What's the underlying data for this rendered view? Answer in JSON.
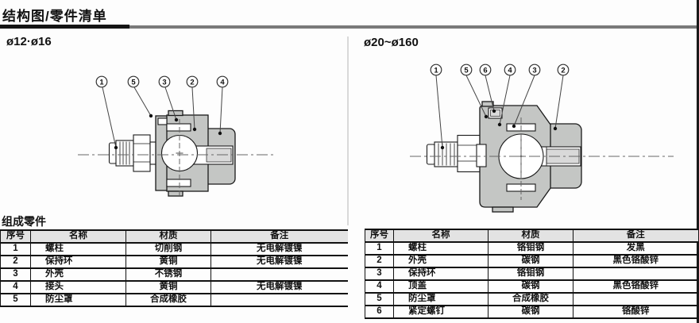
{
  "page": {
    "title": "结构图/零件清单",
    "parts_heading": "组成零件"
  },
  "sections": {
    "left": {
      "label": "ø12·ø16"
    },
    "right": {
      "label": "ø20~ø160"
    }
  },
  "diagram_left": {
    "callouts": [
      "1",
      "5",
      "3",
      "2",
      "4"
    ]
  },
  "diagram_right": {
    "callouts": [
      "1",
      "5",
      "6",
      "4",
      "3",
      "2"
    ]
  },
  "table_left": {
    "headers": [
      "序号",
      "名称",
      "材质",
      "备注"
    ],
    "rows": [
      [
        "1",
        "螺柱",
        "切削钢",
        "无电解镀镍"
      ],
      [
        "2",
        "保持环",
        "黄铜",
        "无电解镀镍"
      ],
      [
        "3",
        "外壳",
        "不锈钢",
        ""
      ],
      [
        "4",
        "接头",
        "黄铜",
        "无电解镀镍"
      ],
      [
        "5",
        "防尘罩",
        "合成橡胶",
        ""
      ]
    ]
  },
  "table_right": {
    "headers": [
      "序号",
      "名称",
      "材质",
      "备注"
    ],
    "rows": [
      [
        "1",
        "螺柱",
        "铬钼钢",
        "发黑"
      ],
      [
        "2",
        "外壳",
        "碳钢",
        "黑色铬酸锌"
      ],
      [
        "3",
        "保持环",
        "铬钼钢",
        ""
      ],
      [
        "4",
        "顶盖",
        "碳钢",
        "黑色铬酸锌"
      ],
      [
        "5",
        "防尘罩",
        "合成橡胶",
        ""
      ],
      [
        "6",
        "紧定螺钉",
        "碳钢",
        "铬酸锌"
      ]
    ]
  },
  "colors": {
    "part_fill": "#c4c6c4",
    "line": "#1a1a1a",
    "header_bg": "#e3e3e3",
    "rule_gray": "#7a7a7a"
  }
}
